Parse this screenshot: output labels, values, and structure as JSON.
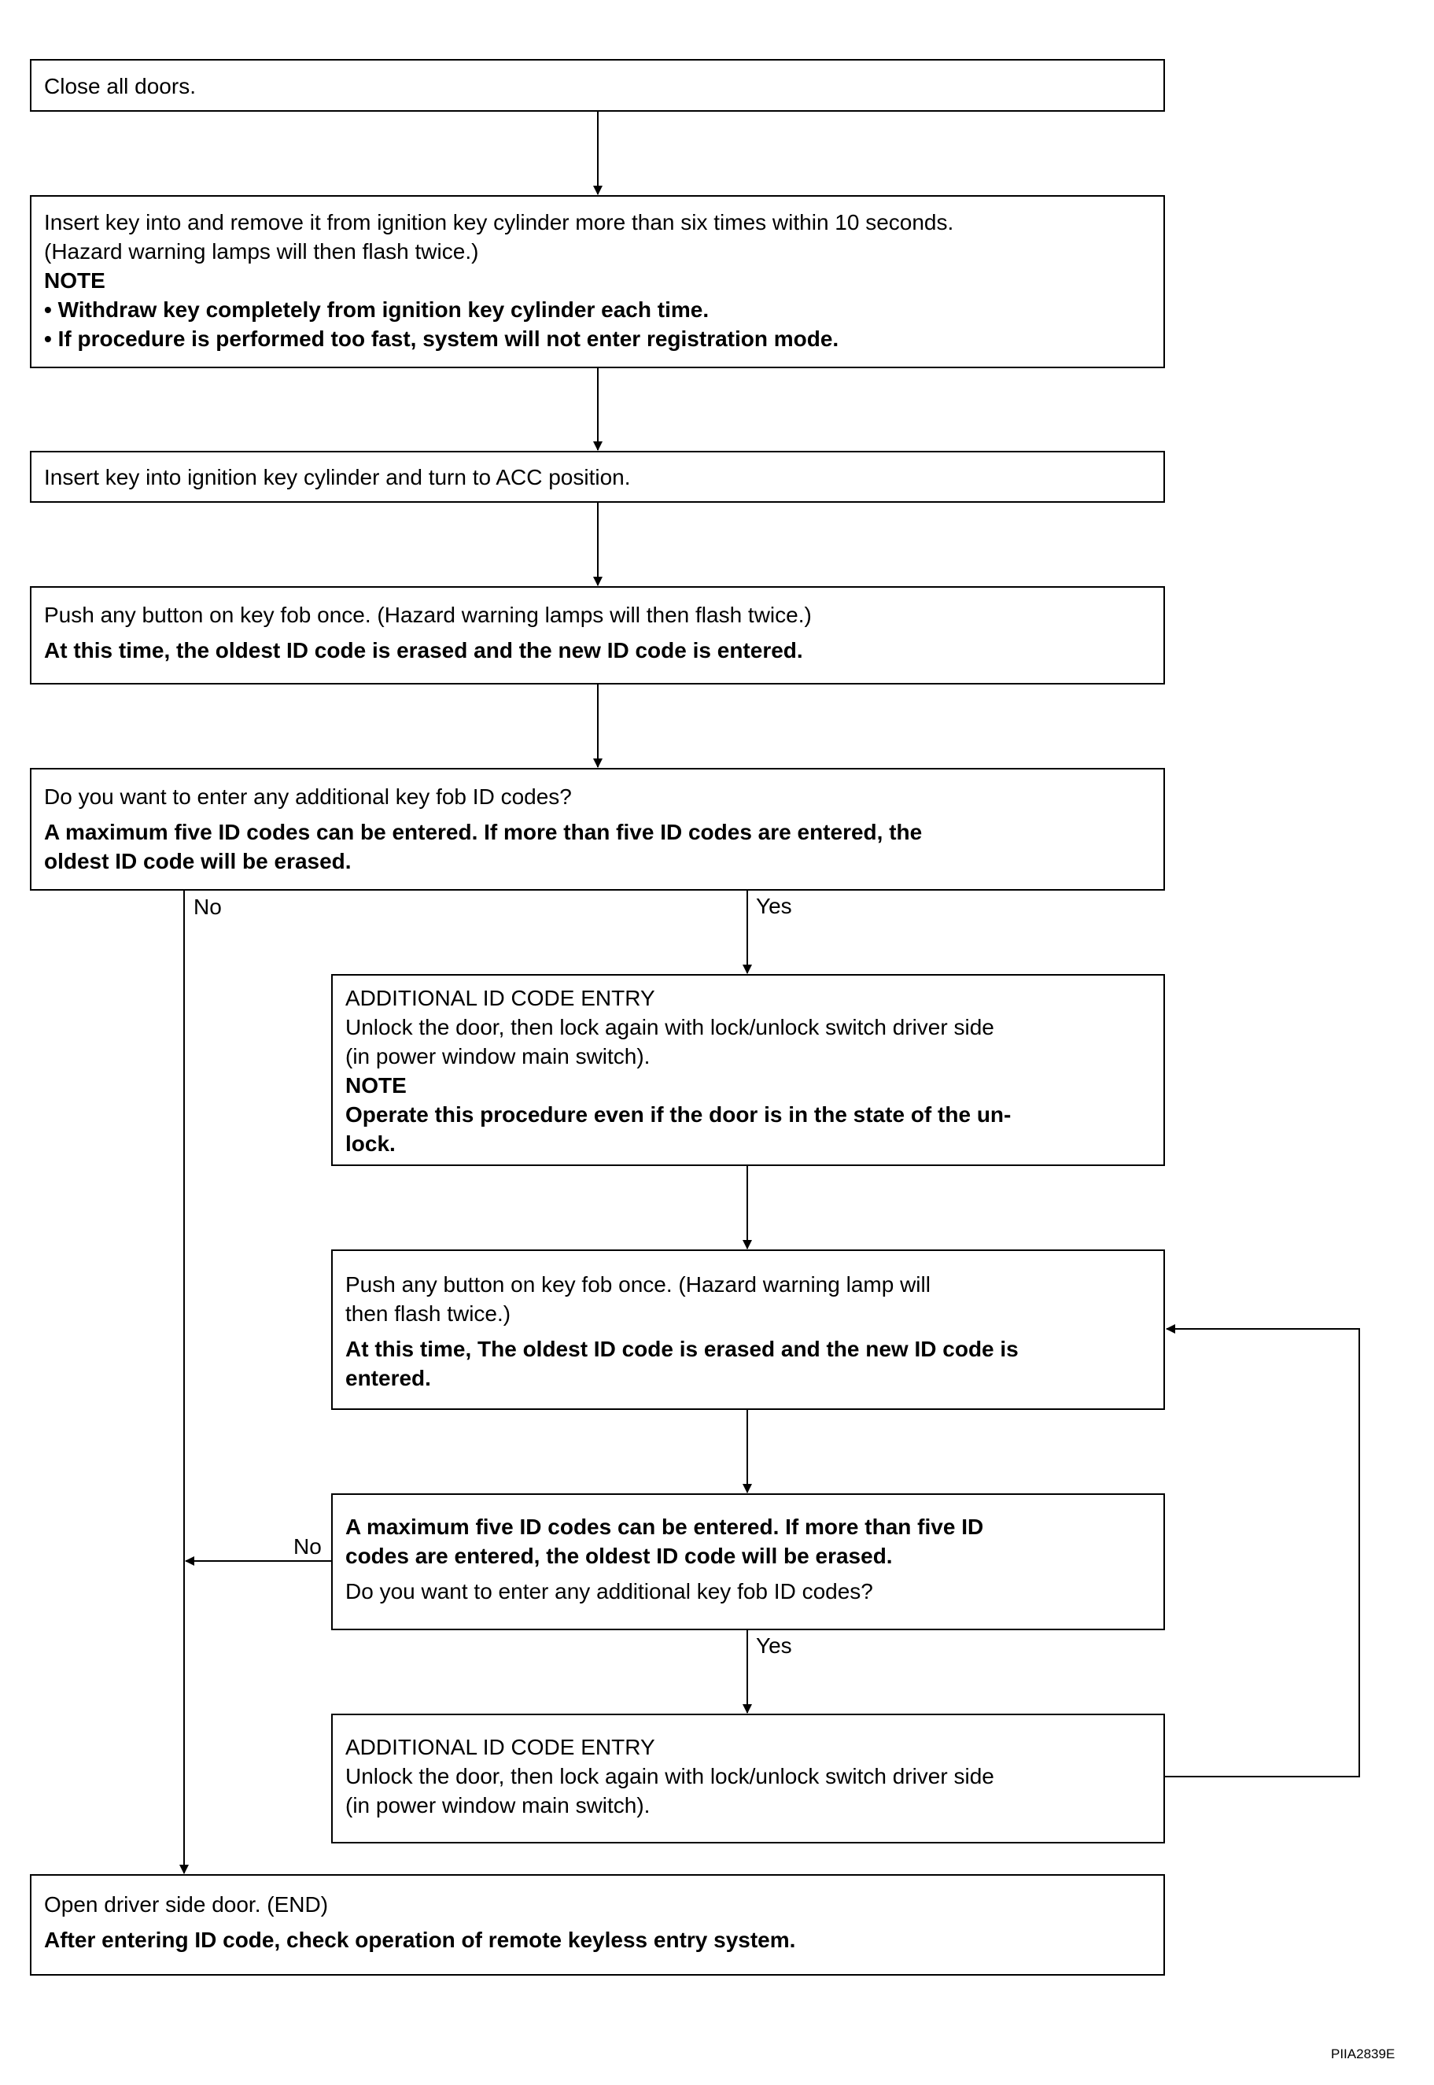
{
  "steps": {
    "s1": {
      "lines": [
        "Close all doors."
      ]
    },
    "s2": {
      "lines": [
        "Insert key into and remove it from ignition key cylinder more than six times within 10 seconds.",
        "(Hazard warning lamps will then flash twice.)",
        "NOTE",
        "• Withdraw key completely from ignition key cylinder each time.",
        "• If procedure is performed too fast, system will not enter registration mode."
      ]
    },
    "s3": {
      "lines": [
        "Insert key into ignition key cylinder and turn to ACC position."
      ]
    },
    "s4": {
      "lines": [
        "Push any button on key fob once. (Hazard warning lamps will then flash twice.)",
        "At this time, the oldest ID code is erased and the new ID code is entered."
      ]
    },
    "s5": {
      "lines": [
        "Do you want to enter any additional key fob ID codes?",
        "A  maximum five ID codes can be entered. If more than five ID codes are entered, the",
        "oldest ID code will be erased."
      ]
    },
    "s6": {
      "lines": [
        "ADDITIONAL ID CODE ENTRY",
        "Unlock the door, then lock again with lock/unlock switch driver side",
        "(in power window main switch).",
        "NOTE",
        "Operate this procedure even if the door is in the state of the un-",
        "lock."
      ]
    },
    "s7": {
      "lines": [
        "Push any button on key fob once. (Hazard warning lamp will",
        "then flash twice.)",
        "At this time, The oldest ID code is erased and the new ID code is",
        "entered."
      ]
    },
    "s8": {
      "lines": [
        "A  maximum five ID codes can be entered. If more than five ID",
        "codes are entered, the oldest ID code will be erased.",
        "Do you want to enter any additional key fob ID codes?"
      ]
    },
    "s9": {
      "lines": [
        "ADDITIONAL ID CODE ENTRY",
        "Unlock the door, then lock again with lock/unlock switch driver side",
        "(in power window main switch)."
      ]
    },
    "s10": {
      "lines": [
        "Open driver side door. (END)",
        "After entering ID code, check operation of remote keyless entry system."
      ]
    }
  },
  "labels": {
    "no1": "No",
    "yes1": "Yes",
    "no2": "No",
    "yes2": "Yes"
  },
  "figure_code": "PIIA2839E"
}
